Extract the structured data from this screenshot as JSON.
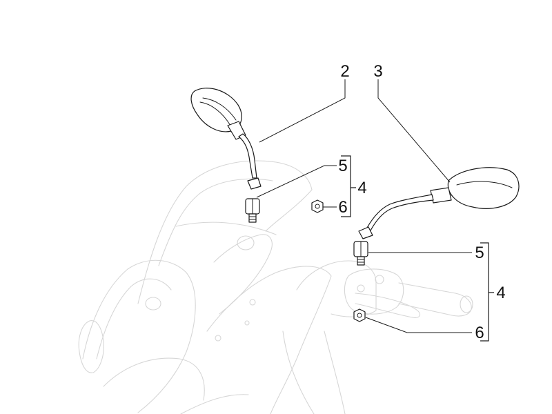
{
  "callouts": {
    "mirror_left": "2",
    "mirror_right": "3",
    "adapter_left": "5",
    "group_left": "4",
    "nut_left": "6",
    "adapter_right": "5",
    "group_right": "4",
    "nut_right": "6"
  },
  "colors": {
    "line": "#1a1a1a",
    "ghost": "#d6d6d6",
    "background": "#ffffff"
  }
}
